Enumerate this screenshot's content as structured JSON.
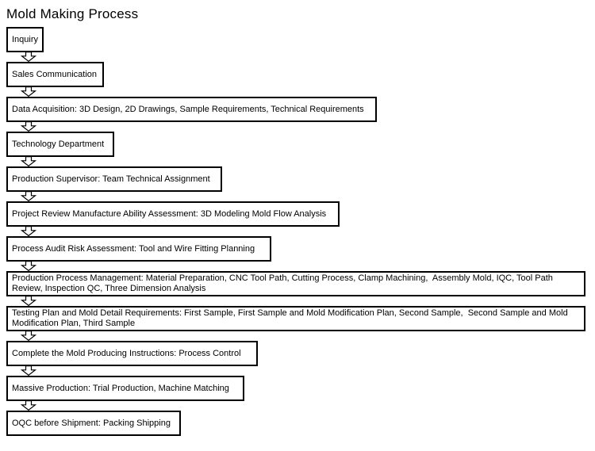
{
  "title": "Mold Making Process",
  "colors": {
    "background": "#ffffff",
    "box_border": "#000000",
    "text": "#000000"
  },
  "flow": {
    "connector": "down-arrow",
    "steps": [
      {
        "label": "Inquiry"
      },
      {
        "label": "Sales Communication"
      },
      {
        "label": "Data Acquisition: 3D Design, 2D Drawings, Sample Requirements, Technical Requirements"
      },
      {
        "label": "Technology Department"
      },
      {
        "label": "Production Supervisor: Team Technical Assignment"
      },
      {
        "label": "Project Review Manufacture Ability Assessment: 3D Modeling Mold Flow Analysis"
      },
      {
        "label": "Process Audit Risk Assessment: Tool and Wire Fitting Planning"
      },
      {
        "label": "Production Process Management: Material Preparation, CNC Tool Path, Cutting Process, Clamp Machining,  Assembly Mold, IQC, Tool Path Review, Inspection QC, Three Dimension Analysis"
      },
      {
        "label": "Testing Plan and Mold Detail Requirements: First Sample, First Sample and Mold Modification Plan, Second Sample,  Second Sample and Mold Modification Plan, Third Sample"
      },
      {
        "label": "Complete the Mold Producing Instructions: Process Control"
      },
      {
        "label": "Massive Production: Trial Production, Machine Matching"
      },
      {
        "label": "OQC before Shipment: Packing Shipping"
      }
    ]
  }
}
